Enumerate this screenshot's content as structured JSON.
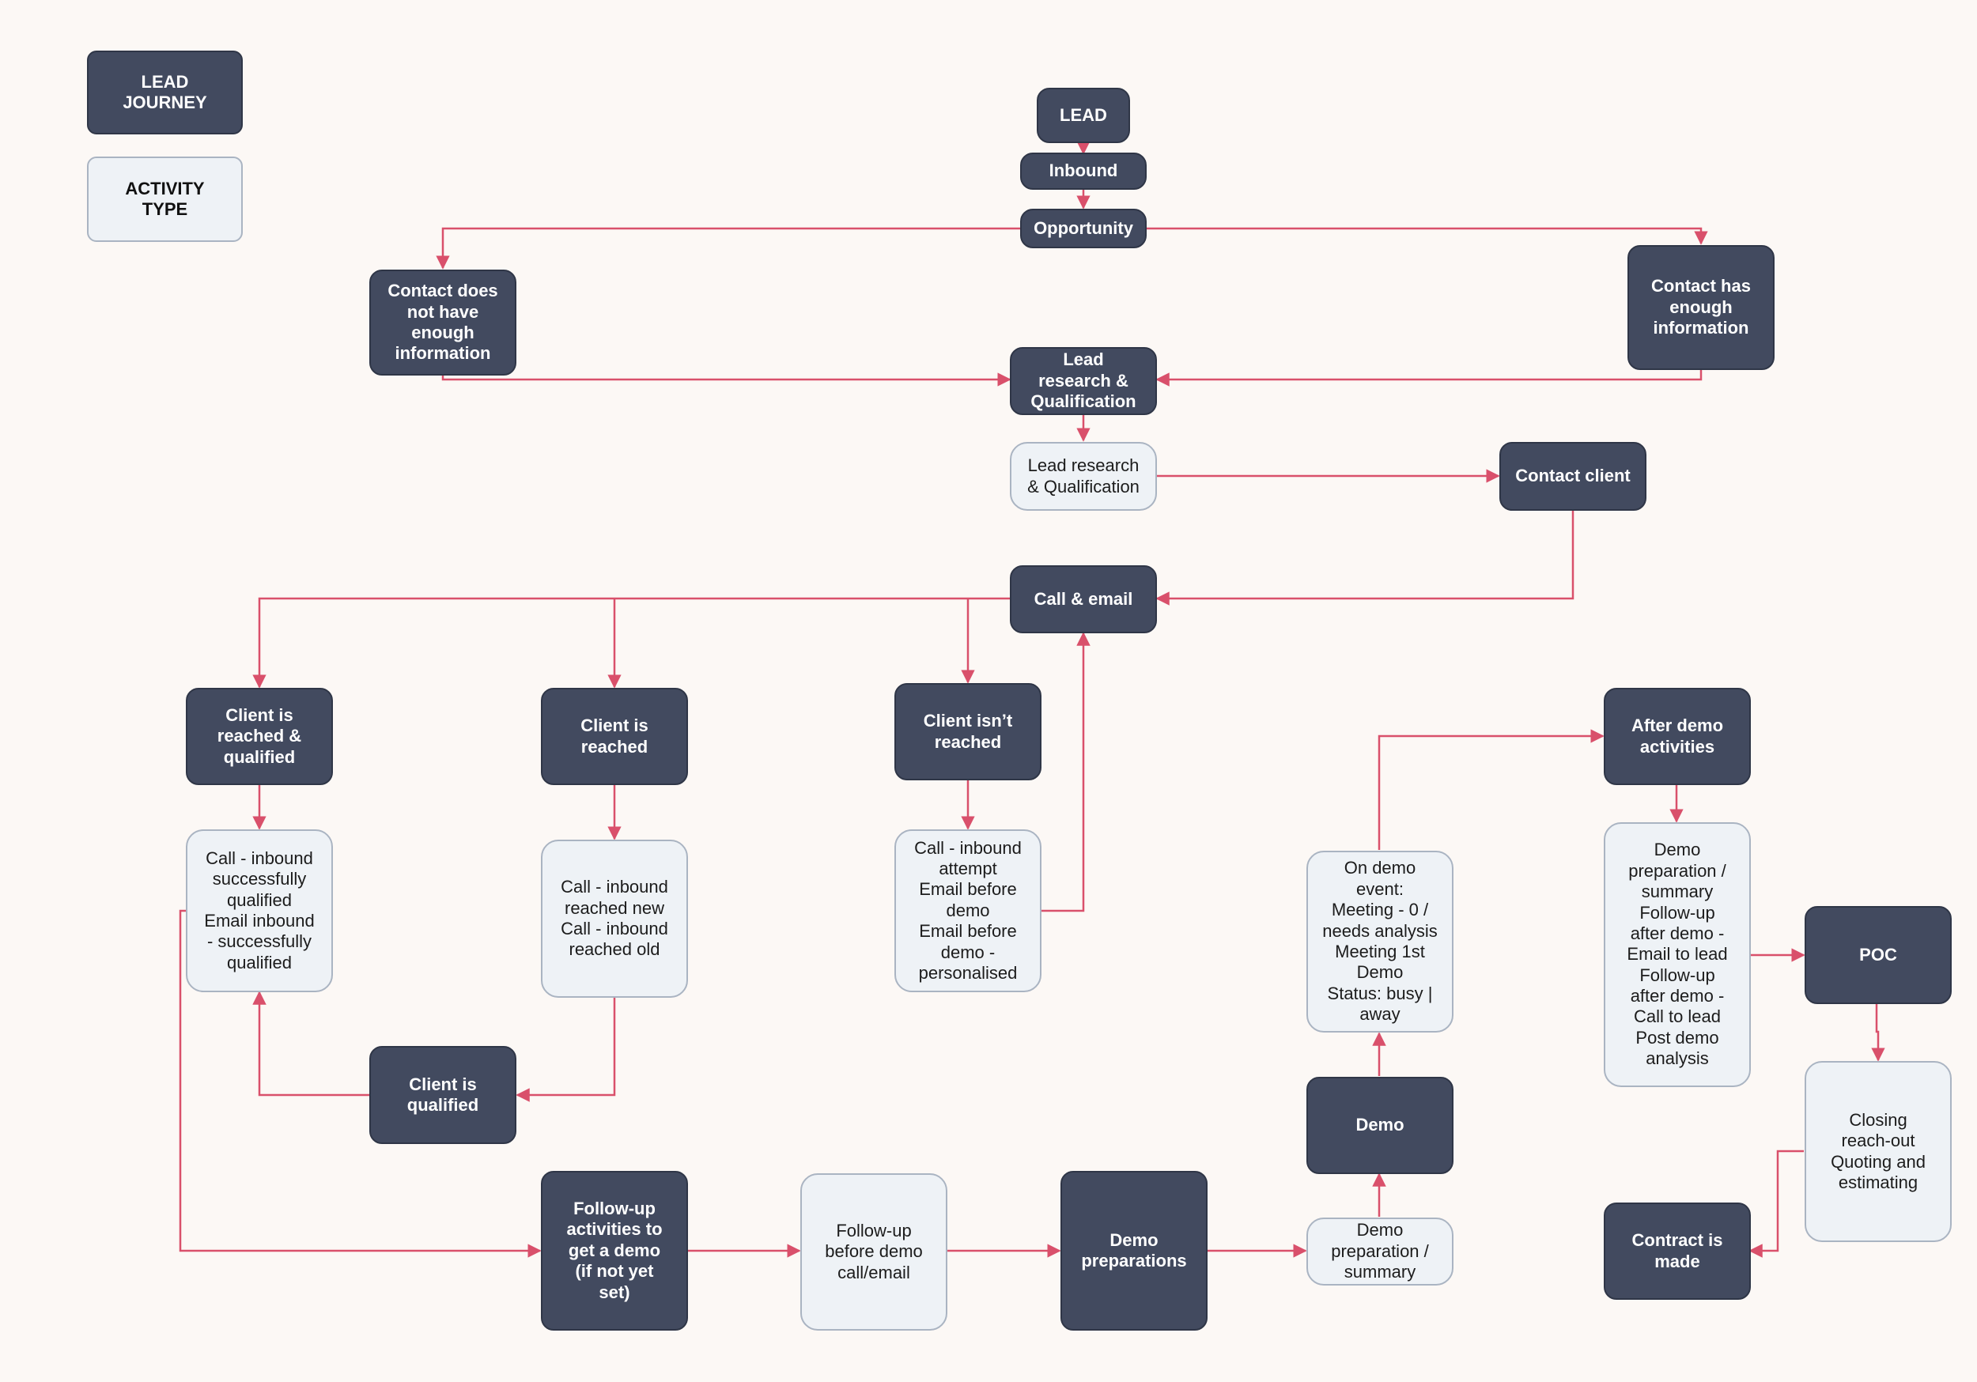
{
  "legend": {
    "stage": "LEAD\nJOURNEY",
    "activity": "ACTIVITY\nTYPE"
  },
  "colors": {
    "background": "#fcf8f5",
    "stage_fill": "#424a5f",
    "activity_fill": "#eef2f6",
    "connector": "#d9506b"
  },
  "nodes": {
    "lead": "LEAD",
    "inbound": "Inbound",
    "opportunity": "Opportunity",
    "contact_not_enough": "Contact does\nnot have\nenough\ninformation",
    "contact_has_enough": "Contact has\nenough\ninformation",
    "lead_research_stage": "Lead\nresearch &\nQualification",
    "lead_research_activity": "Lead research\n& Qualification",
    "contact_client": "Contact client",
    "call_email": "Call & email",
    "client_reached_qualified": "Client is\nreached &\nqualified",
    "client_reached": "Client is\nreached",
    "client_not_reached": "Client isn’t\nreached",
    "activity_qualified": "Call - inbound\nsuccessfully\nqualified\nEmail inbound\n- successfully\nqualified",
    "activity_reached": "Call - inbound\nreached new\nCall - inbound\nreached old",
    "activity_not_reached": "Call - inbound\nattempt\nEmail before\ndemo\nEmail before\ndemo -\npersonalised",
    "client_qualified": "Client is\nqualified",
    "followup_stage": "Follow-up\nactivities to\nget a demo\n(if not yet\nset)",
    "followup_activity": "Follow-up\nbefore demo\ncall/email",
    "demo_preparations": "Demo\npreparations",
    "demo_prep_activity": "Demo\npreparation /\nsummary",
    "demo": "Demo",
    "on_demo_event": "On demo\nevent:\nMeeting - 0 /\nneeds analysis\nMeeting 1st\nDemo\nStatus: busy |\naway",
    "after_demo": "After demo\nactivities",
    "after_demo_activity": "Demo\npreparation /\nsummary\nFollow-up\nafter demo -\nEmail to lead\nFollow-up\nafter demo -\nCall to lead\nPost demo\nanalysis",
    "poc": "POC",
    "closing_activity": "Closing\nreach-out\nQuoting and\nestimating",
    "contract_made": "Contract is\nmade"
  }
}
